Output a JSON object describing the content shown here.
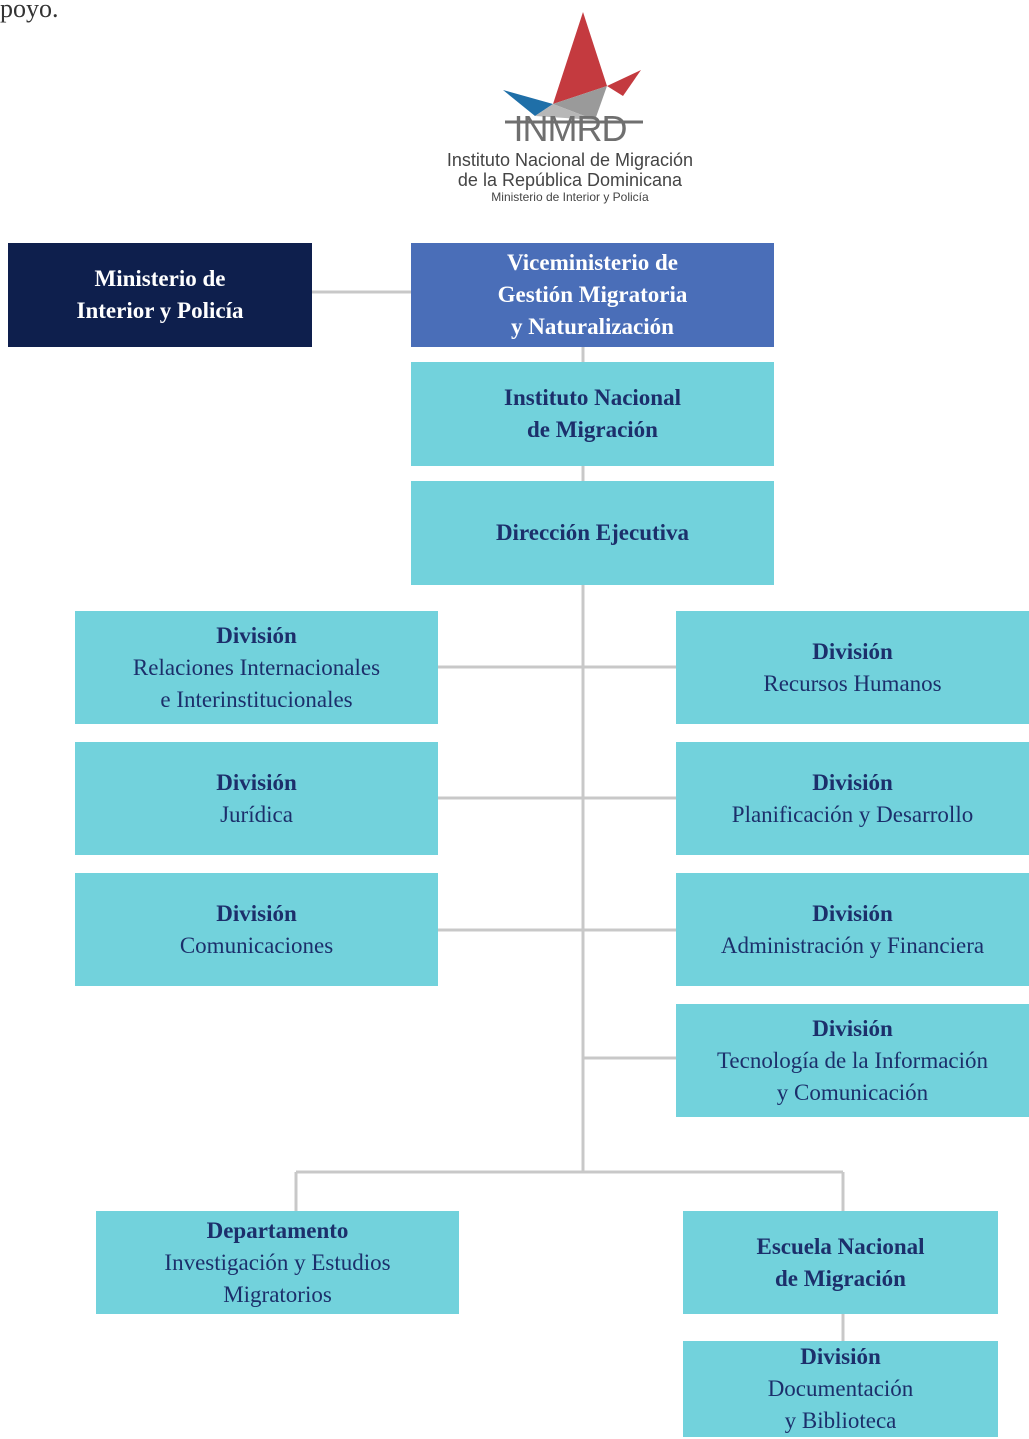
{
  "page_fragment": "poyo.",
  "logo": {
    "wordmark": "INMRD",
    "line1": "Instituto Nacional de Migración",
    "line2": "de la República Dominicana",
    "line3": "Ministerio de Interior y Policía",
    "colors": {
      "red": "#c43a3f",
      "blue": "#1f6fa8",
      "gray": "#9a9a9a"
    }
  },
  "colors": {
    "box": "#72d2dc",
    "box_text": "#1c2f6b",
    "dark": "#0e1f4d",
    "blue": "#4a6eb8",
    "line": "#c8c8c8"
  },
  "boxes": {
    "ministerio": {
      "title_lines": [
        "Ministerio de",
        "Interior y Policía"
      ]
    },
    "viceministerio": {
      "title_lines": [
        "Viceministerio de",
        "Gestión Migratoria",
        "y Naturalización"
      ]
    },
    "instituto": {
      "title_lines": [
        "Instituto Nacional",
        "de Migración"
      ]
    },
    "direccion": {
      "title_lines": [
        "Dirección Ejecutiva"
      ]
    },
    "rel_int": {
      "title": "División",
      "sub_lines": [
        "Relaciones Internacionales",
        "e Interinstitucionales"
      ]
    },
    "rrhh": {
      "title": "División",
      "sub_lines": [
        "Recursos Humanos"
      ]
    },
    "juridica": {
      "title": "División",
      "sub_lines": [
        "Jurídica"
      ]
    },
    "planificacion": {
      "title": "División",
      "sub_lines": [
        "Planificación y Desarrollo"
      ]
    },
    "comunicaciones": {
      "title": "División",
      "sub_lines": [
        "Comunicaciones"
      ]
    },
    "administracion": {
      "title": "División",
      "sub_lines": [
        "Administración y Financiera"
      ]
    },
    "tic": {
      "title": "División",
      "sub_lines": [
        "Tecnología de la Información",
        "y Comunicación"
      ]
    },
    "investigacion": {
      "title": "Departamento",
      "sub_lines": [
        "Investigación y Estudios",
        "Migratorios"
      ]
    },
    "escuela": {
      "title_lines": [
        "Escuela Nacional",
        "de Migración"
      ]
    },
    "documentacion": {
      "title": "División",
      "sub_lines": [
        "Documentación",
        "y Biblioteca"
      ]
    }
  }
}
